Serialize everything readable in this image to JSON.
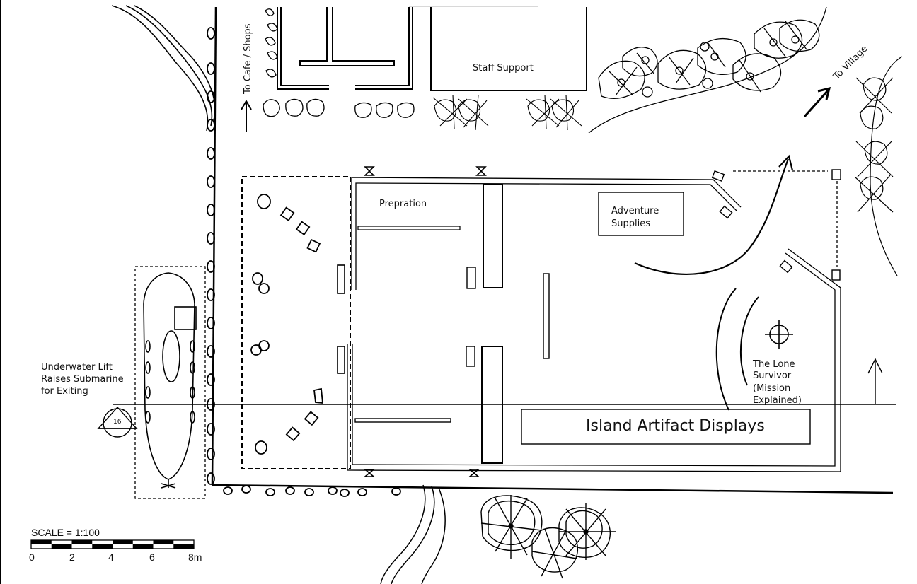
{
  "labels": {
    "staff_support": "Staff Support",
    "to_cafe_shops": "To Cafe / Shops",
    "to_village": "To Village",
    "prepration": "Prepration",
    "adventure_supplies_1": "Adventure",
    "adventure_supplies_2": "Supplies",
    "underwater_lift_1": "Underwater Lift",
    "underwater_lift_2": "Raises Submarine",
    "underwater_lift_3": "for Exiting",
    "lone_survivor_1": "The Lone",
    "lone_survivor_2": "Survivor",
    "lone_survivor_3": "(Mission",
    "lone_survivor_4": "Explained)",
    "island_artifact_displays": "Island Artifact Displays",
    "section_marker_number": "16"
  },
  "scale_bar": {
    "title": "SCALE = 1:100",
    "ticks": [
      "0",
      "2",
      "4",
      "6",
      "8m"
    ]
  }
}
